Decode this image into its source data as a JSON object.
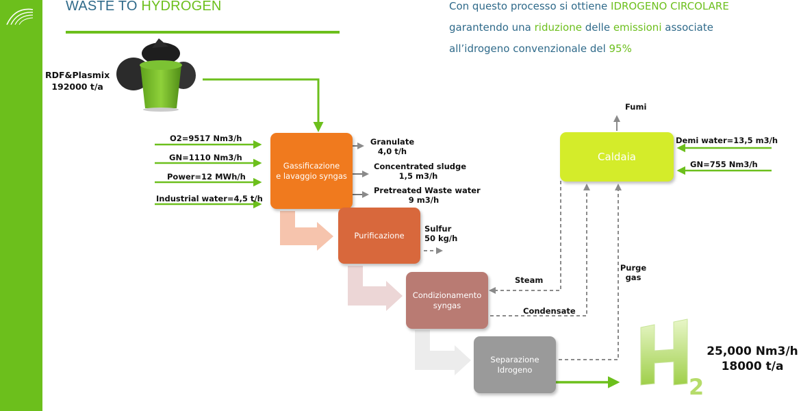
{
  "header": {
    "title_part1": "WASTE TO ",
    "title_part2": "HYDROGEN"
  },
  "intro": {
    "line1_a": "Con questo processo si ottiene ",
    "line1_b": "IDROGENO CIRCOLARE",
    "line2_a": "garantendo una ",
    "line2_b": "riduzione",
    "line2_c": " delle ",
    "line2_d": "emissioni",
    "line2_e": " associate",
    "line3_a": "all’idrogeno convenzionale del ",
    "line3_b": "95%"
  },
  "feed": {
    "name": "RDF&Plasmix",
    "amount": "192000 t/a"
  },
  "inputs": {
    "o2": "O2=9517 Nm3/h",
    "gn": "GN=1110 Nm3/h",
    "power": "Power=12 MWh/h",
    "water": "Industrial water=4,5 t/h"
  },
  "outputs": {
    "granulate_1": "Granulate",
    "granulate_2": "4,0 t/h",
    "sludge_1": "Concentrated sludge",
    "sludge_2": "1,5 m3/h",
    "ww_1": "Pretreated Waste water",
    "ww_2": "9 m3/h",
    "sulfur_1": "Sulfur",
    "sulfur_2": "50 kg/h"
  },
  "boxes": {
    "gasification_1": "Gassificazione",
    "gasification_2": "e lavaggio syngas",
    "purification": "Purificazione",
    "conditioning_1": "Condizionamento",
    "conditioning_2": "syngas",
    "separation_1": "Separazione",
    "separation_2": "Idrogeno",
    "boiler": "Caldaia"
  },
  "boiler_side": {
    "fumes": "Fumi",
    "demi_water": "Demi water=13,5 m3/h",
    "gn": "GN=755 Nm3/h",
    "steam": "Steam",
    "condensate": "Condensate",
    "purge_1": "Purge",
    "purge_2": "gas"
  },
  "product": {
    "symbol": "H",
    "subscript": "2",
    "flow": "25,000 Nm3/h",
    "annual": "18000 t/a"
  },
  "colors": {
    "accent_green": "#6cbf1c",
    "title_blue": "#2f6a8a",
    "gasification": "#f07a1e",
    "purification": "#d8683c",
    "conditioning": "#b97b73",
    "separation": "#9a9a9a",
    "boiler": "#d4ec2a"
  }
}
